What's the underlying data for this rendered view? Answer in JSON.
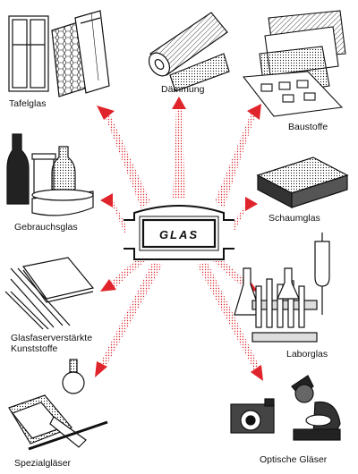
{
  "center": {
    "label": "GLAS"
  },
  "labels": {
    "tafelglas": "Tafelglas",
    "daemmung": "Dämmung",
    "baustoffe": "Baustoffe",
    "gebrauchsglas": "Gebrauchsglas",
    "schaumglas": "Schaumglas",
    "glasfaser_line1": "Glasfaserverstärkte",
    "glasfaser_line2": "Kunststoffe",
    "laborglas": "Laborglas",
    "spezialglaeser": "Spezialgläser",
    "optische_glaeser": "Optische Gläser"
  },
  "colors": {
    "arrow": "#e0242b",
    "ink": "#111111"
  }
}
